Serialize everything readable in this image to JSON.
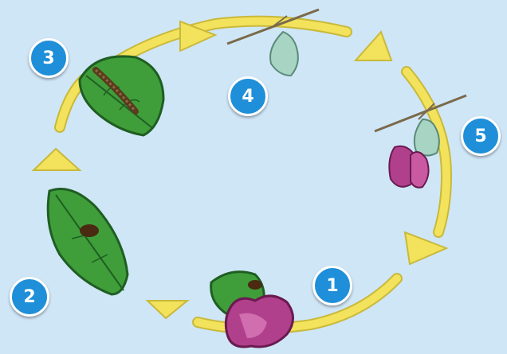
{
  "colors": {
    "background": "#cfe6f7",
    "arrow": "#f2e25c",
    "arrow_outline": "#c9b93a",
    "leaf": "#3f9e3a",
    "leaf_dark": "#1f5e22",
    "badge": "#1e8fd8",
    "flower": "#b0408c",
    "chrysalis": "#a8d5c3",
    "twig": "#7a6a4a"
  },
  "stages": [
    {
      "number": "1",
      "icon": "flower-with-egg-leaf"
    },
    {
      "number": "2",
      "icon": "leaf-with-eggs"
    },
    {
      "number": "3",
      "icon": "caterpillar-on-leaf"
    },
    {
      "number": "4",
      "icon": "chrysalis-on-twig"
    },
    {
      "number": "5",
      "icon": "butterfly-emerging-on-twig"
    }
  ]
}
